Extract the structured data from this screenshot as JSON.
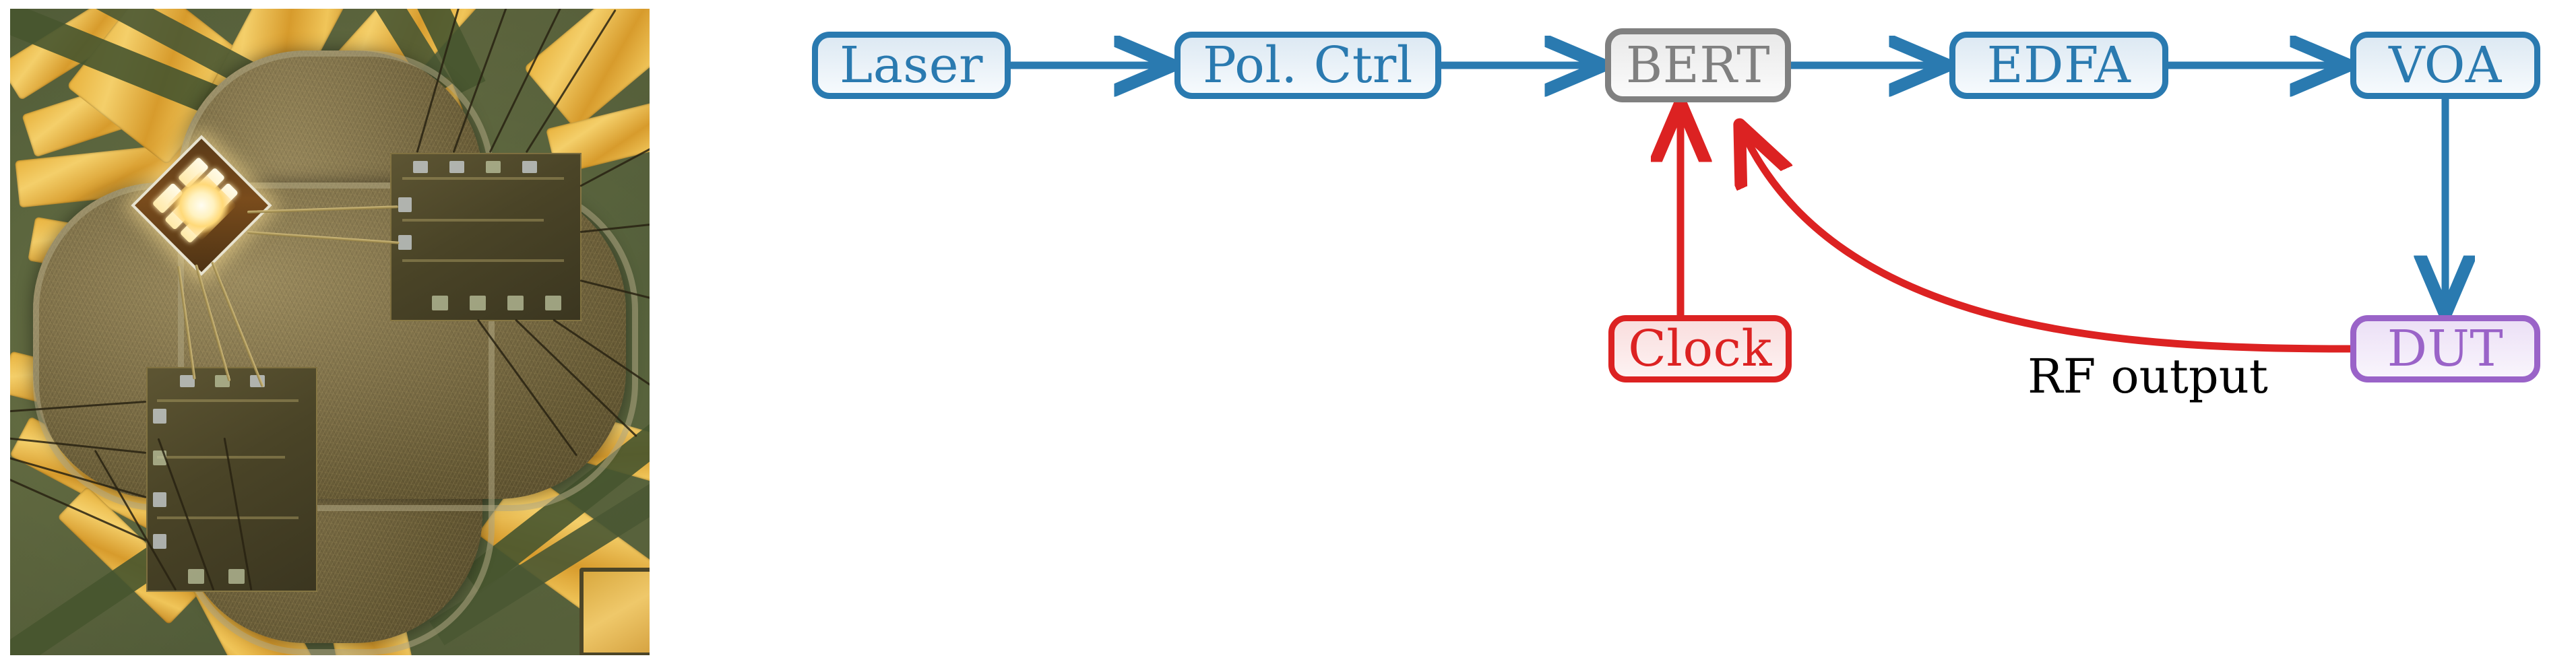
{
  "figure": {
    "left_panel": {
      "type": "micrograph",
      "description": "gold-plated cross-shaped chip carrier with wire-bonded dies and illuminated emitter"
    },
    "diagram": {
      "type": "block-diagram",
      "nodes": [
        {
          "id": "laser",
          "label": "Laser",
          "color": "#2a7ab0"
        },
        {
          "id": "polctrl",
          "label": "Pol. Ctrl",
          "color": "#2a7ab0"
        },
        {
          "id": "bert",
          "label": "BERT",
          "color": "#808080"
        },
        {
          "id": "edfa",
          "label": "EDFA",
          "color": "#2a7ab0"
        },
        {
          "id": "voa",
          "label": "VOA",
          "color": "#2a7ab0"
        },
        {
          "id": "clock",
          "label": "Clock",
          "color": "#dc2222"
        },
        {
          "id": "dut",
          "label": "DUT",
          "color": "#9a63c8"
        }
      ],
      "edges": [
        {
          "from": "laser",
          "to": "polctrl",
          "color": "#2a7ab0",
          "style": "straight"
        },
        {
          "from": "polctrl",
          "to": "bert",
          "color": "#2a7ab0",
          "style": "straight"
        },
        {
          "from": "bert",
          "to": "edfa",
          "color": "#2a7ab0",
          "style": "straight"
        },
        {
          "from": "edfa",
          "to": "voa",
          "color": "#2a7ab0",
          "style": "straight"
        },
        {
          "from": "voa",
          "to": "dut",
          "color": "#2a7ab0",
          "style": "straight-down"
        },
        {
          "from": "clock",
          "to": "bert",
          "color": "#dc2222",
          "style": "straight-up"
        },
        {
          "from": "dut",
          "to": "bert",
          "color": "#dc2222",
          "style": "curved",
          "label": "RF output"
        }
      ],
      "annotations": [
        {
          "id": "rf-output",
          "text": "RF output",
          "color": "#000000"
        }
      ]
    }
  }
}
